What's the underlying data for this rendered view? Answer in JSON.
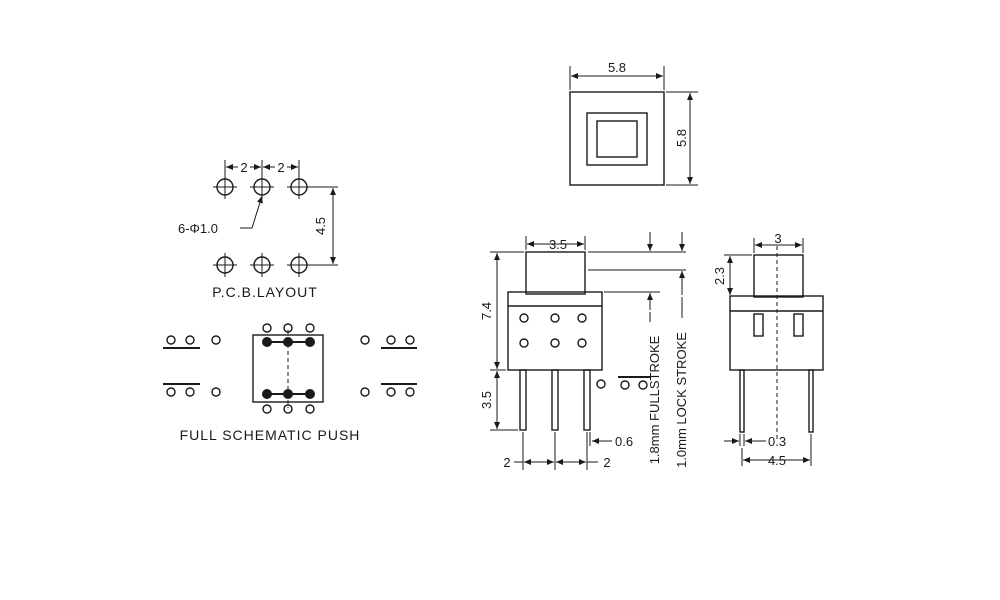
{
  "pcb": {
    "pitch_a": "2",
    "pitch_b": "2",
    "hole_spec": "6-Φ1.0",
    "row_gap": "4.5",
    "caption": "P.C.B.LAYOUT"
  },
  "schematic": {
    "caption": "FULL SCHEMATIC PUSH"
  },
  "top_view": {
    "width": "5.8",
    "height": "5.8"
  },
  "front_view": {
    "actuator_width": "3.5",
    "body_height": "7.4",
    "pin_length": "3.5",
    "pin_thickness": "0.6",
    "pin_pitch_left": "2",
    "pin_pitch_right": "2",
    "full_stroke": "1.8mm FULLSTROKE",
    "lock_stroke": "1.0mm LOCK STROKE"
  },
  "side_view": {
    "actuator_width": "3",
    "actuator_height": "2.3",
    "pin_thickness": "0.3",
    "pin_span": "4.5"
  }
}
